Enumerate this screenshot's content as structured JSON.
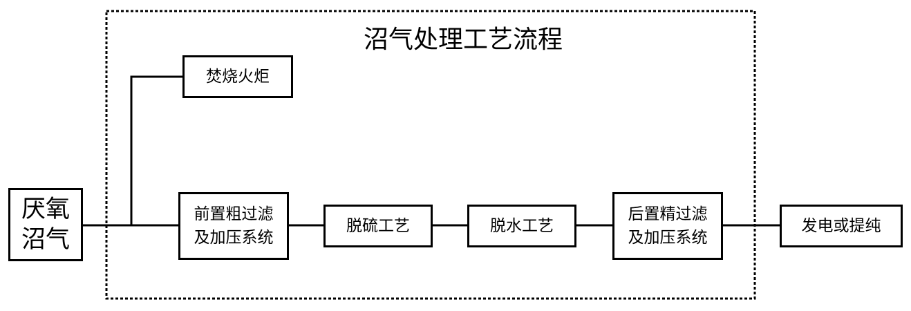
{
  "diagram": {
    "title": "沼气处理工艺流程",
    "nodes": {
      "source": "厌氧\n沼气",
      "flare": "焚烧火炬",
      "pre_filter": "前置粗过滤\n及加压系统",
      "desulfurization": "脱硫工艺",
      "dehydration": "脱水工艺",
      "post_filter": "后置精过滤\n及加压系统",
      "output": "发电或提纯"
    }
  }
}
